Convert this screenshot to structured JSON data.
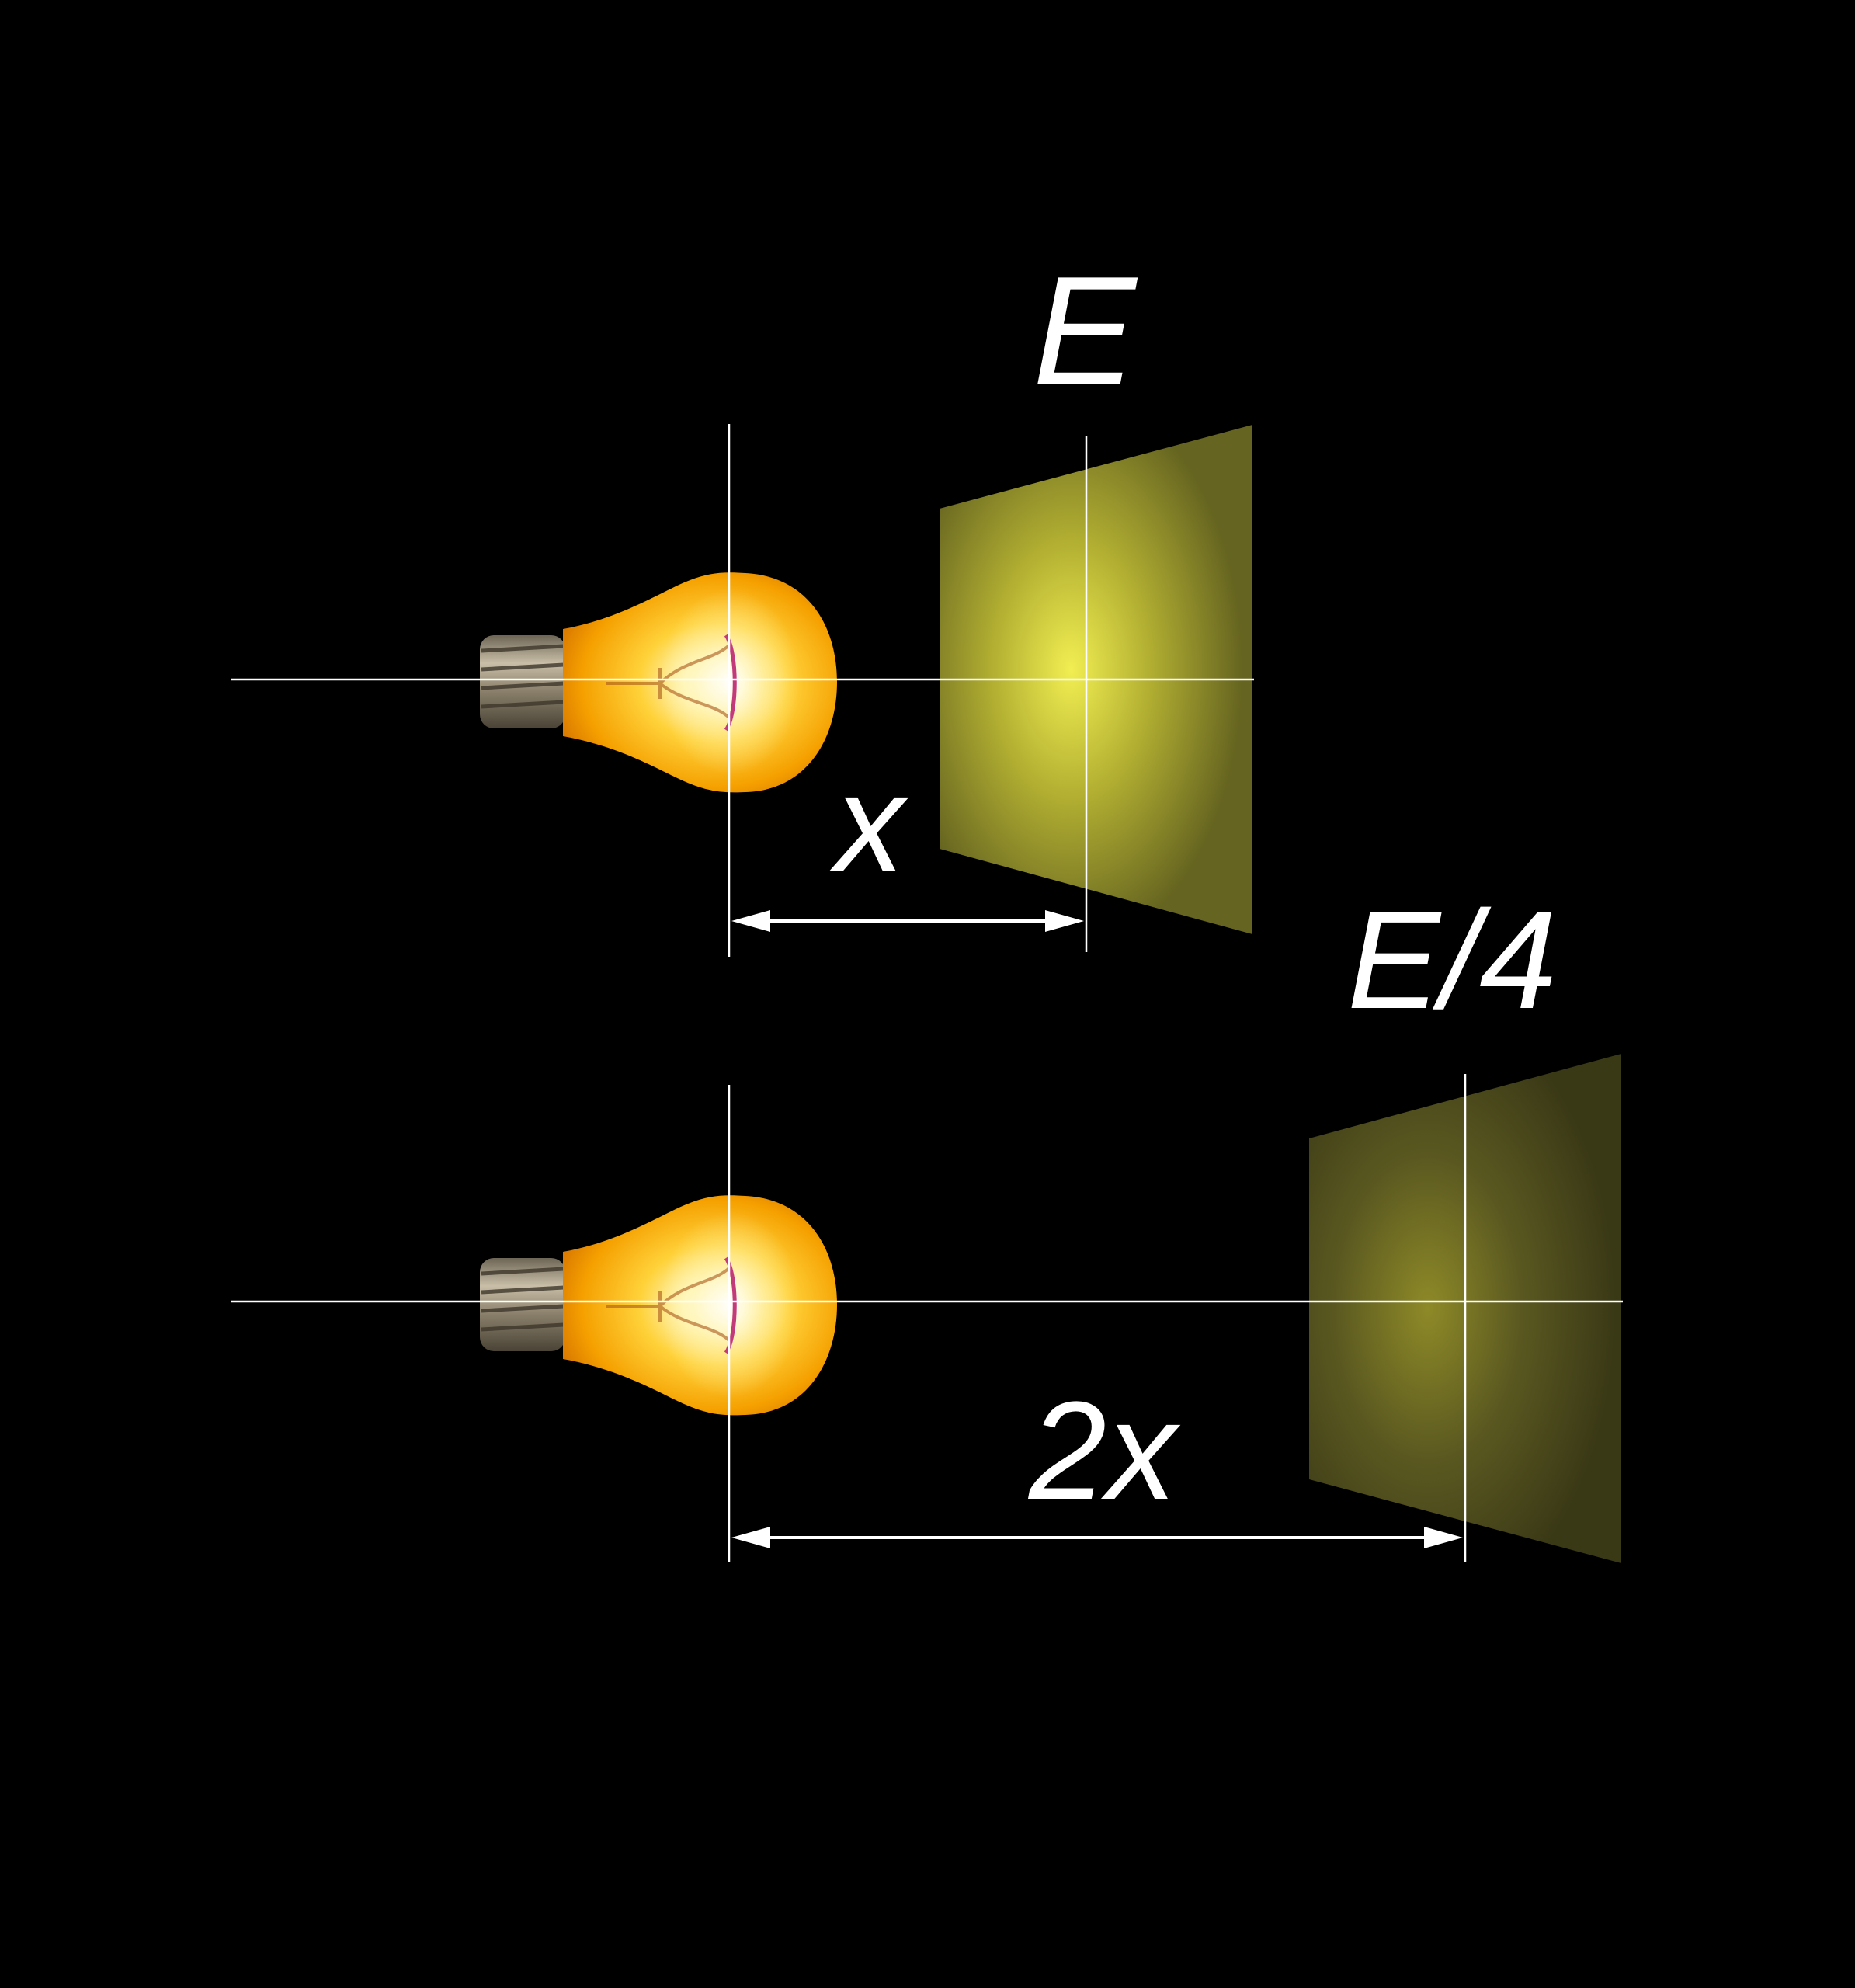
{
  "labels": {
    "near_illuminance": "E",
    "far_illuminance": "E/4",
    "near_distance": "x",
    "far_distance": "2x"
  },
  "icons": {
    "source": "light-bulb-icon"
  },
  "colors": {
    "background": "#000000",
    "lines": "#ffffff",
    "bulb_glass": "#f5a800",
    "bulb_glow": "#fff7c0",
    "bulb_base": "#9a8f7a",
    "screen": "#6b6a1e",
    "screen_glow": "#e6e34a"
  }
}
